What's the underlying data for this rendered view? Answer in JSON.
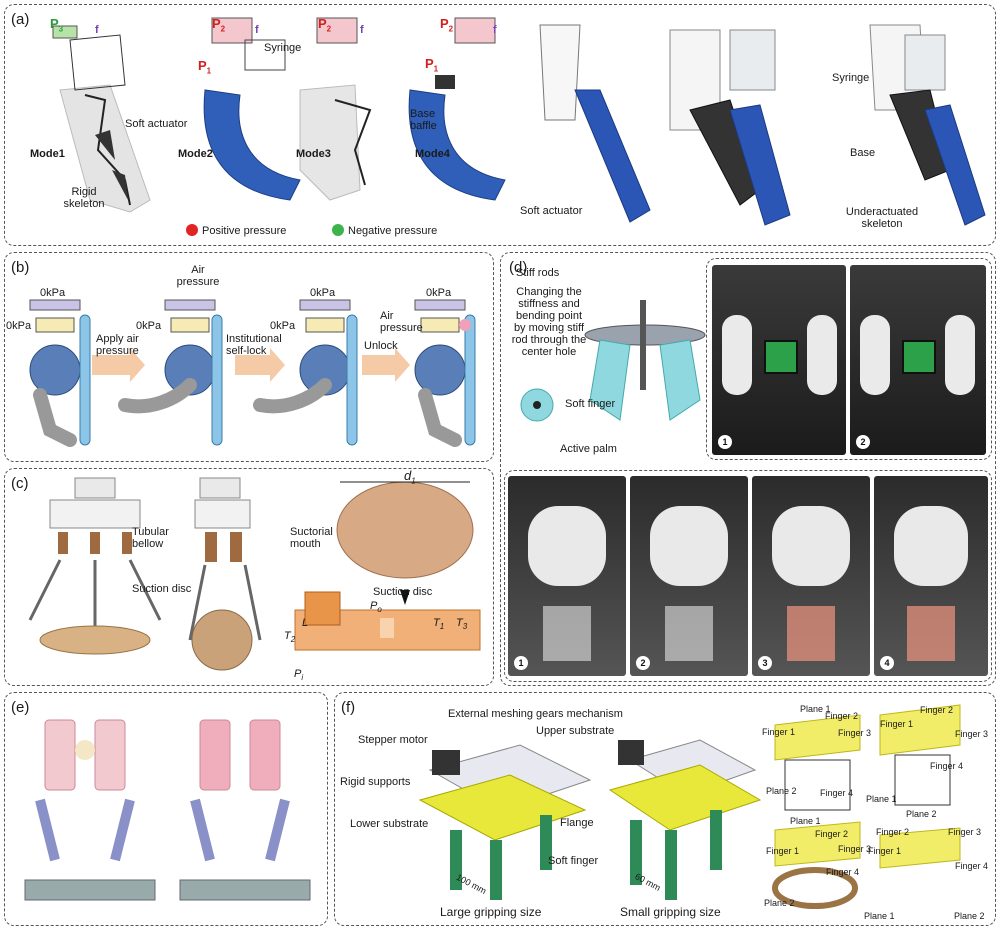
{
  "panels": {
    "a": {
      "label": "(a)",
      "p3": "P",
      "p3_sub": "3",
      "p2": "P",
      "p2_sub": "2",
      "p1": "P",
      "p1_sub": "1",
      "f": "f",
      "syringe": "Syringe",
      "soft_actuator": "Soft actuator",
      "rigid_skeleton": "Rigid skeleton",
      "base_baffle": "Base baffle",
      "modes": [
        "Mode1",
        "Mode2",
        "Mode3",
        "Mode4"
      ],
      "positive_pressure": "Positive pressure",
      "negative_pressure": "Negative pressure",
      "cad_soft_actuator": "Soft actuator",
      "cad_syringe": "Syringe",
      "cad_base": "Base",
      "underactuated_skeleton": "Underactuated skeleton"
    },
    "b": {
      "label": "(b)",
      "kpa": "0kPa",
      "air_pressure": "Air pressure",
      "apply_air_pressure": "Apply air pressure",
      "institutional_self_lock": "Institutional self-lock",
      "unlock": "Unlock"
    },
    "c": {
      "label": "(c)",
      "tubular_bellow": "Tubular bellow",
      "suction_disc": "Suction disc",
      "suctorial_mouth": "Suctorial mouth",
      "suction_disc_2": "Suction disc",
      "d1": "d",
      "d1_sub": "1",
      "L": "L",
      "Po": "P",
      "Po_sub": "o",
      "T1": "T",
      "T1_sub": "1",
      "T2": "T",
      "T2_sub": "2",
      "T3": "T",
      "T3_sub": "3",
      "Pi": "P",
      "Pi_sub": "i"
    },
    "d": {
      "label": "(d)",
      "stiff_rods": "Stiff rods",
      "description": [
        "Changing the",
        "stiffness and",
        "bending point",
        "by moving stiff",
        "rod through the",
        "center hole"
      ],
      "soft_finger": "Soft finger",
      "active_palm": "Active palm",
      "top_badges": [
        "1",
        "2"
      ],
      "bottom_badges": [
        "1",
        "2",
        "3",
        "4"
      ]
    },
    "e": {
      "label": "(e)"
    },
    "f": {
      "label": "(f)",
      "external_meshing": "External meshing gears mechanism",
      "stepper_motor": "Stepper motor",
      "upper_substrate": "Upper substrate",
      "rigid_supports": "Rigid supports",
      "flange": "Flange",
      "lower_substrate": "Lower substrate",
      "soft_finger": "Soft finger",
      "dim_100": "100 mm",
      "dim_60": "60 mm",
      "large_size": "Large gripping size",
      "small_size": "Small gripping size",
      "plane1": "Plane 1",
      "plane2": "Plane 2",
      "finger1": "Finger 1",
      "finger2": "Finger 2",
      "finger3": "Finger 3",
      "finger4": "Finger 4"
    }
  },
  "colors": {
    "blue_actuator": "#2f5fb8",
    "skin_gray": "#d6d6d6",
    "positive": "#e02424",
    "negative": "#3cb44b",
    "arrow_peach": "#f5cba7",
    "tan": "#caa27a",
    "orange": "#d9822b",
    "yellow_substrate": "#e8e83a",
    "green_finger": "#2e8b57",
    "cyan_finger": "#8fd8e0"
  }
}
